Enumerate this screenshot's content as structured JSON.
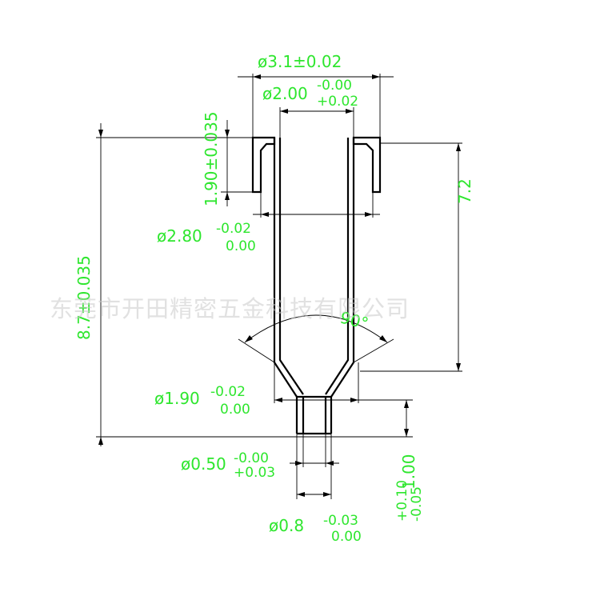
{
  "dims": {
    "outer_dia": "ø3.1±0.02",
    "inner_dia_base": "ø2.00",
    "inner_dia_tol_top": "-0.00",
    "inner_dia_tol_bot": "+0.02",
    "flange_height": "1.90±0.035",
    "total_length": "8.7±0.035",
    "body_length": "7.2",
    "body_dia_base": "ø2.80",
    "body_dia_tol_top": "-0.02",
    "body_dia_tol_bot": "0.00",
    "angle": "90°",
    "neck_dia_base": "ø1.90",
    "neck_dia_tol_top": "-0.02",
    "neck_dia_tol_bot": "0.00",
    "hole_dia_base": "ø0.50",
    "hole_dia_tol_top": "-0.00",
    "hole_dia_tol_bot": "+0.03",
    "tip_dia_base": "ø0.8",
    "tip_dia_tol_top": "-0.03",
    "tip_dia_tol_bot": "0.00",
    "tip_len_base": "1.00",
    "tip_len_tol_top": "+0.10",
    "tip_len_tol_bot": "-0.05"
  },
  "watermark": "东莞市开田精密五金科技有限公司",
  "colors": {
    "label": "#2ee62e",
    "outline": "#000000",
    "watermark": "#c8c8c8"
  }
}
